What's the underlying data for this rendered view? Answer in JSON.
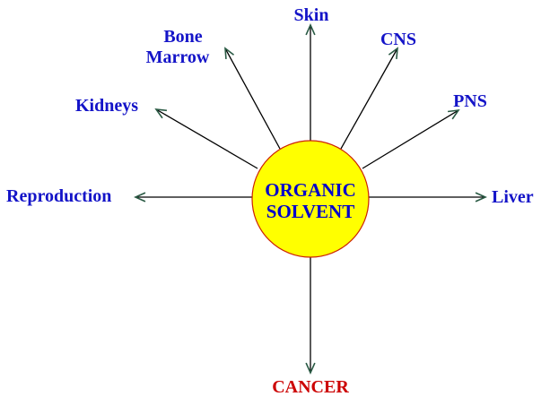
{
  "center": {
    "lines": [
      "ORGANIC",
      "SOLVENT"
    ],
    "fill_color": "#ffff00",
    "stroke_color": "#cc2200",
    "text_color": "#0000cc"
  },
  "colors": {
    "label": "#1414c8",
    "outcome": "#cc0000",
    "arrow": "#000000",
    "arrowhead": "#2a5a44"
  },
  "targets": [
    {
      "id": "skin",
      "label": "Skin"
    },
    {
      "id": "cns",
      "label": "CNS"
    },
    {
      "id": "pns",
      "label": "PNS"
    },
    {
      "id": "liver",
      "label": "Liver"
    },
    {
      "id": "cancer",
      "label": "CANCER"
    },
    {
      "id": "reproduction",
      "label": "Reproduction"
    },
    {
      "id": "kidneys",
      "label": "Kidneys"
    },
    {
      "id": "bone-marrow",
      "label": [
        "Bone",
        "Marrow"
      ]
    }
  ]
}
